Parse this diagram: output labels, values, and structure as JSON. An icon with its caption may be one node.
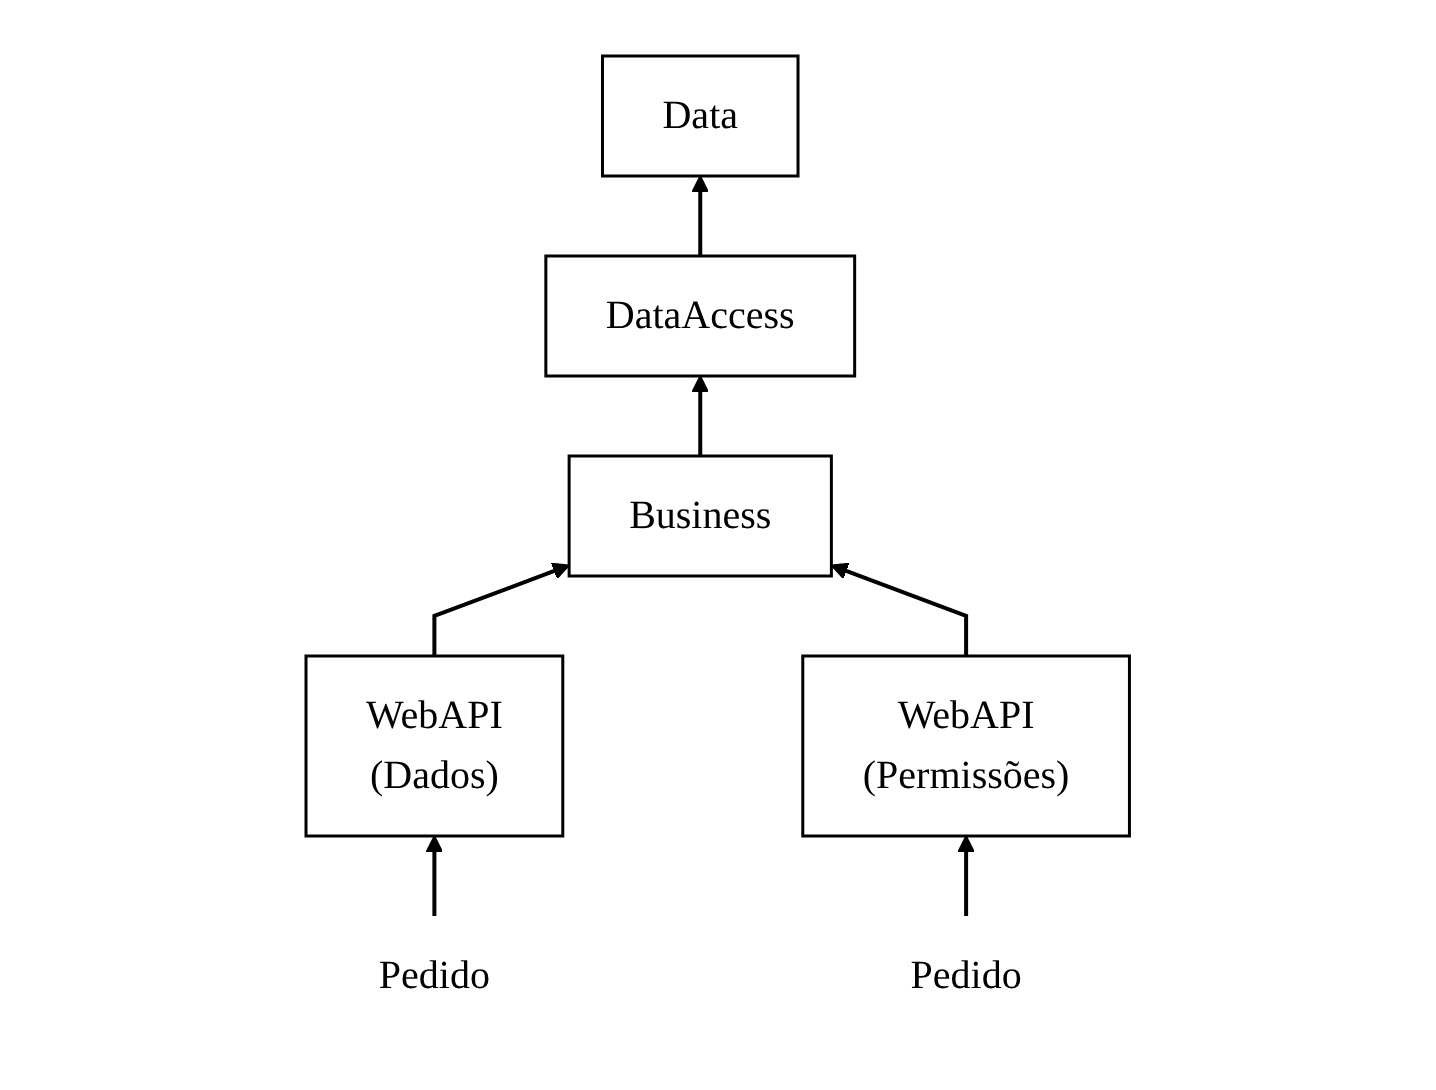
{
  "diagram": {
    "nodes": [
      {
        "text": [
          "Data"
        ]
      },
      {
        "text": [
          "DataAccess"
        ]
      },
      {
        "text": [
          "Business"
        ]
      },
      {
        "text": [
          "WebAPI",
          "(Dados)"
        ]
      },
      {
        "text": [
          "WebAPI",
          "(Permissões)"
        ]
      },
      {
        "text": [
          "Pedido"
        ]
      },
      {
        "text": [
          "Pedido"
        ]
      }
    ],
    "edges": [
      {
        "from": 1,
        "to": 0,
        "arrow": "to"
      },
      {
        "from": 2,
        "to": 1,
        "arrow": "to"
      },
      {
        "from": 3,
        "to": 2,
        "arrow": "to"
      },
      {
        "from": 4,
        "to": 2,
        "arrow": "to"
      },
      {
        "from": 5,
        "to": 3,
        "arrow": "to"
      },
      {
        "from": 6,
        "to": 4,
        "arrow": "to"
      }
    ]
  }
}
